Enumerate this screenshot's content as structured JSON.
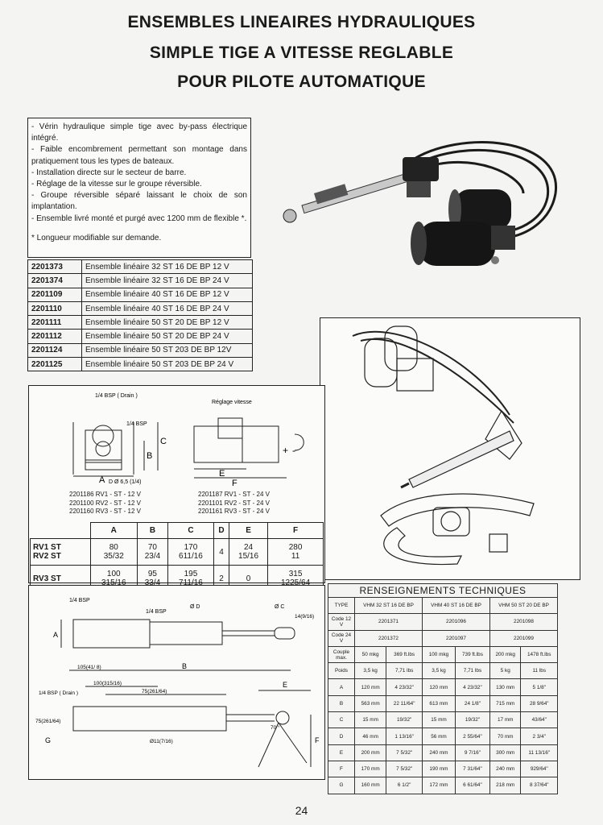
{
  "title_lines": [
    "ENSEMBLES LINEAIRES HYDRAULIQUES",
    "SIMPLE TIGE A VITESSE REGLABLE",
    "POUR PILOTE AUTOMATIQUE"
  ],
  "description": [
    "- Vérin hydraulique simple tige avec by-pass électrique intégré.",
    "- Faible encombrement permettant son montage dans pratiquement tous les types de bateaux.",
    "- Installation directe sur le secteur de barre.",
    "- Réglage de la vitesse sur le groupe réversible.",
    "- Groupe réversible séparé laissant le choix de son implantation.",
    "- Ensemble livré monté et purgé avec 1200 mm de flexible *."
  ],
  "note": "* Longueur modifiable sur demande.",
  "products": [
    {
      "code": "2201373",
      "label": "Ensemble linéaire 32 ST 16 DE BP 12 V"
    },
    {
      "code": "2201374",
      "label": "Ensemble linéaire 32 ST 16 DE BP 24 V"
    },
    {
      "code": "2201109",
      "label": "Ensemble linéaire 40 ST 16 DE BP 12 V"
    },
    {
      "code": "2201110",
      "label": "Ensemble linéaire 40 ST 16 DE BP 24 V"
    },
    {
      "code": "2201111",
      "label": "Ensemble linéaire 50 ST 20 DE BP 12 V"
    },
    {
      "code": "2201112",
      "label": "Ensemble linéaire 50 ST 20 DE BP 24 V"
    },
    {
      "code": "2201124",
      "label": "Ensemble linéaire 50 ST 203 DE BP 12V"
    },
    {
      "code": "2201125",
      "label": "Ensemble linéaire 50 ST 203 DE BP 24 V"
    }
  ],
  "pump_drawing": {
    "drain_label": "1/4 BSP ( Drain )",
    "bsp_label": "1/4 BSP",
    "speed_label": "Réglage vitesse",
    "dim_a": "A",
    "dim_b": "B",
    "dim_c": "C",
    "dim_e": "E",
    "dim_f": "F",
    "bolt_label": "D Ø 6,5 (1/4)",
    "plus": "+",
    "minus": "-",
    "models_12v": [
      "2201186 RV1 - ST - 12 V",
      "2201100 RV2 - ST - 12 V",
      "2201160 RV3 - ST - 12 V"
    ],
    "models_24v": [
      "2201187 RV1 - ST - 24 V",
      "2201101 RV2 - ST - 24 V",
      "2201161 RV3 - ST - 24 V"
    ]
  },
  "dim_table": {
    "headers": [
      "A",
      "B",
      "C",
      "D",
      "E",
      "F"
    ],
    "rows": [
      {
        "label": "RV1 ST\nRV2 ST",
        "values": [
          "80\n35/32",
          "70\n23/4",
          "170\n611/16",
          "4",
          "24\n15/16",
          "280\n11"
        ]
      },
      {
        "label": "RV3 ST",
        "values": [
          "100\n315/16",
          "95\n33/4",
          "195\n711/16",
          "2",
          "0",
          "315\n1225/64"
        ]
      }
    ]
  },
  "cyl_drawing": {
    "bsp_left": "1/4 BSP",
    "bsp_mid": "1/4 BSP",
    "od": "Ø D",
    "oc": "Ø C",
    "dim_14": "14(9/16)",
    "dim_a": "A",
    "dim_b": "B",
    "dim_105": "105(41/ 8)",
    "dim_100": "100(315/16)",
    "dim_75": "75(261/64)",
    "drain": "1/4 BSP ( Drain )",
    "dim_e": "E",
    "dim_f": "F",
    "dim_g": "G",
    "angle": "70 °",
    "dim_75v": "75(261/64)",
    "dim_011": "Ø11(7/16)"
  },
  "specs": {
    "heading": "RENSEIGNEMENTS TECHNIQUES",
    "type_label": "TYPE",
    "models": [
      "VHM 32 ST 16 DE BP",
      "VHM 40 ST 16 DE BP",
      "VHM 50 ST 20 DE BP"
    ],
    "code12_label": "Code 12 V",
    "code12": [
      "2201371",
      "2201096",
      "2201098"
    ],
    "code24_label": "Code 24 V",
    "code24": [
      "2201372",
      "2201097",
      "2201099"
    ],
    "rows": [
      {
        "label": "Couple max.",
        "cells": [
          "50 mkg",
          "369 ft.lbs",
          "100 mkg",
          "739 ft.lbs",
          "200 mkg",
          "1478 ft.lbs"
        ]
      },
      {
        "label": "Poids",
        "cells": [
          "3,5 kg",
          "7,71 lbs",
          "3,5 kg",
          "7,71 lbs",
          "5 kg",
          "11 lbs"
        ]
      },
      {
        "label": "A",
        "cells": [
          "120 mm",
          "4 23/32\"",
          "120 mm",
          "4 23/32\"",
          "130 mm",
          "5 1/8\""
        ]
      },
      {
        "label": "B",
        "cells": [
          "563 mm",
          "22 11/64\"",
          "613 mm",
          "24 1/8\"",
          "715 mm",
          "28 9/64\""
        ]
      },
      {
        "label": "C",
        "cells": [
          "15 mm",
          "19/32\"",
          "15 mm",
          "19/32\"",
          "17 mm",
          "43/64\""
        ]
      },
      {
        "label": "D",
        "cells": [
          "46 mm",
          "1 13/16\"",
          "56 mm",
          "2 55/64\"",
          "70 mm",
          "2 3/4\""
        ]
      },
      {
        "label": "E",
        "cells": [
          "200 mm",
          "7 5/32\"",
          "240 mm",
          "9 7/16\"",
          "300 mm",
          "11 13/16\""
        ]
      },
      {
        "label": "F",
        "cells": [
          "170 mm",
          "7 5/32\"",
          "190 mm",
          "7 31/64\"",
          "240 mm",
          "929/64\""
        ]
      },
      {
        "label": "G",
        "cells": [
          "160 mm",
          "6 1/2\"",
          "172 mm",
          "6 61/64\"",
          "218 mm",
          "8 37/64\""
        ]
      }
    ]
  },
  "page_number": "24"
}
